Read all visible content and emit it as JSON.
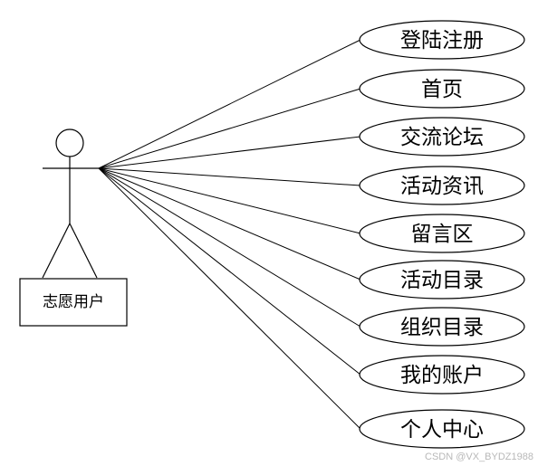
{
  "actor": {
    "label": "志愿用户"
  },
  "use_cases": [
    {
      "label": "登陆注册"
    },
    {
      "label": "首页"
    },
    {
      "label": "交流论坛"
    },
    {
      "label": "活动资讯"
    },
    {
      "label": "留言区"
    },
    {
      "label": "活动目录"
    },
    {
      "label": "组织目录"
    },
    {
      "label": "我的账户"
    },
    {
      "label": "个人中心"
    }
  ],
  "watermark": "CSDN @VX_BYDZ1988",
  "colors": {
    "stroke": "#000000",
    "background": "#ffffff",
    "watermark": "#b8b8b8"
  }
}
